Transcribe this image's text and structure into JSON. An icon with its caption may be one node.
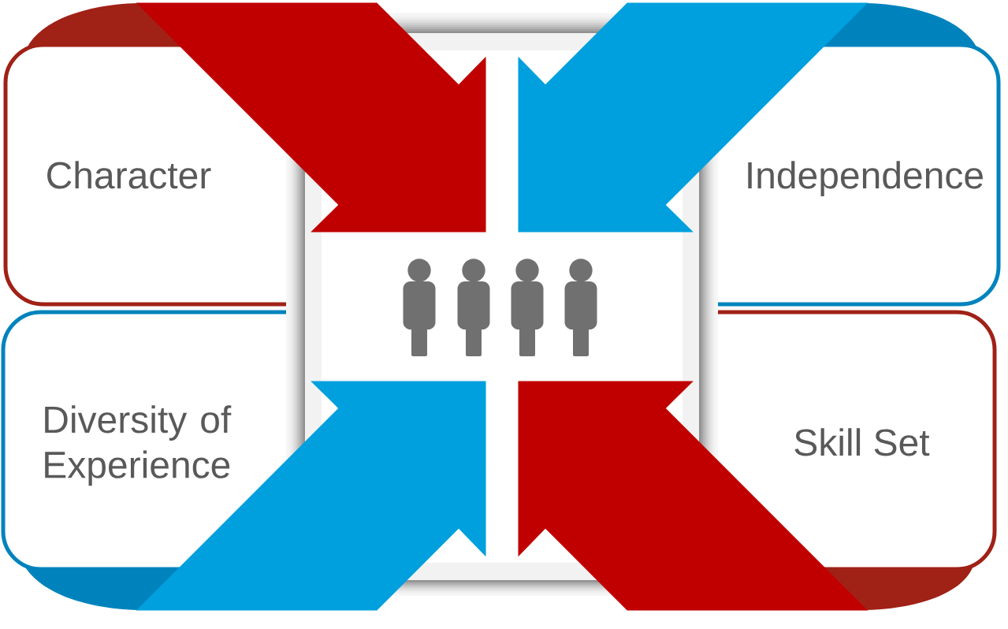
{
  "diagram": {
    "nodes": [
      {
        "text": [
          "Character"
        ]
      },
      {
        "text": [
          "Independence"
        ]
      },
      {
        "text": [],
        "shape": "box"
      },
      {
        "text": [],
        "shape": "picture",
        "in": 2
      },
      {
        "text": [
          "Diversity of Experience"
        ]
      },
      {
        "text": [
          "Skill Set"
        ]
      }
    ],
    "edges": [
      {
        "from": 0,
        "to": 3,
        "arrow": "to",
        "color": "#c00000"
      },
      {
        "from": 1,
        "to": 3,
        "arrow": "to",
        "color": "#00a0de"
      },
      {
        "from": 4,
        "to": 3,
        "arrow": "to",
        "color": "#00a0de"
      },
      {
        "from": 5,
        "to": 3,
        "arrow": "to",
        "color": "#c00000"
      }
    ]
  }
}
